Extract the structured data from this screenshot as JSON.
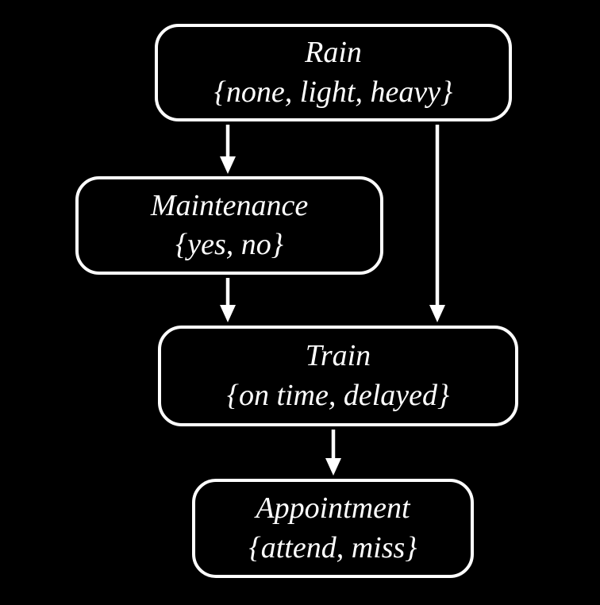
{
  "diagram": {
    "type": "bayesian-network",
    "colors": {
      "background": "#000000",
      "node_border": "#ffffff",
      "text": "#ffffff",
      "arrow": "#ffffff"
    },
    "nodes": [
      {
        "id": "rain",
        "title": "Rain",
        "values": "{none, light, heavy}"
      },
      {
        "id": "maintenance",
        "title": "Maintenance",
        "values": "{yes, no}"
      },
      {
        "id": "train",
        "title": "Train",
        "values": "{on time, delayed}"
      },
      {
        "id": "appointment",
        "title": "Appointment",
        "values": "{attend, miss}"
      }
    ],
    "edges": [
      {
        "from": "rain",
        "to": "maintenance"
      },
      {
        "from": "rain",
        "to": "train"
      },
      {
        "from": "maintenance",
        "to": "train"
      },
      {
        "from": "train",
        "to": "appointment"
      }
    ]
  }
}
